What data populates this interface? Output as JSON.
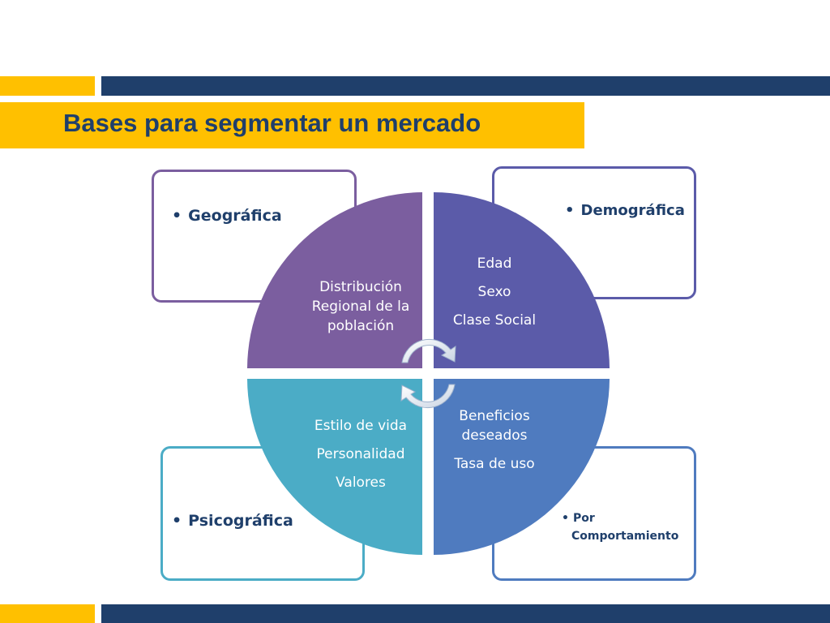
{
  "title": "Bases para segmentar un mercado",
  "colors": {
    "navy": "#1F3F6B",
    "yellow": "#FFC000",
    "geografica": "#7B5E9F",
    "demografica": "#5B5BA9",
    "psicografica": "#4BACC6",
    "comportamiento": "#4F7BBF"
  },
  "cards": {
    "geografica": {
      "bullet": "•",
      "label": "Geográfica"
    },
    "demografica": {
      "bullet": "•",
      "label": "Demográfica"
    },
    "psicografica": {
      "bullet": "•",
      "label": "Psicográfica"
    },
    "comportamiento": {
      "bullet": "•",
      "label_line1": "Por",
      "label_line2": "Comportamiento"
    }
  },
  "quadrants": {
    "geografica": {
      "lines": [
        "Distribución",
        "Regional de la",
        "población"
      ]
    },
    "demografica": {
      "items": [
        "Edad",
        "Sexo",
        "Clase Social"
      ]
    },
    "psicografica": {
      "items": [
        "Estilo de vida",
        "Personalidad",
        "Valores"
      ]
    },
    "comportamiento": {
      "line1": "Beneficios",
      "line2": "deseados",
      "item": "Tasa de uso"
    }
  },
  "icons": {
    "center": "cycle-arrows-icon"
  }
}
